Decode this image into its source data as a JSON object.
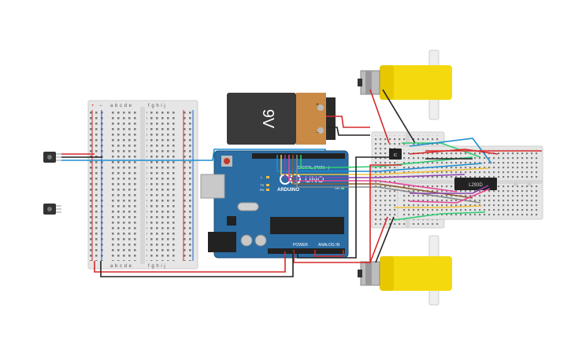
{
  "battery": {
    "voltage_label": "9V",
    "plus": "+",
    "minus": "−"
  },
  "arduino": {
    "brand": "ARDUINO",
    "model": "UNO",
    "digital_label": "DIGITAL (PWM ~)",
    "power_label": "POWER",
    "analog_label": "ANALOG IN",
    "tx": "TX",
    "rx": "RX",
    "l": "L",
    "on": "ON"
  },
  "breadboard_main": {
    "columns_left": "a b c d e",
    "columns_right": "f g h i j",
    "rail_plus": "+",
    "rail_minus": "−"
  },
  "driver_chip": {
    "label": "L293D"
  },
  "regulator": {
    "label": "IC"
  },
  "colors": {
    "arduino_blue": "#2b6ca3",
    "breadboard": "#e8e8e8",
    "motor_yellow": "#f4d90e",
    "battery_body": "#3a3a3a",
    "battery_label": "#c98a45",
    "wire_red": "#d62828",
    "wire_black": "#222222",
    "wire_blue": "#1b8fd1"
  }
}
